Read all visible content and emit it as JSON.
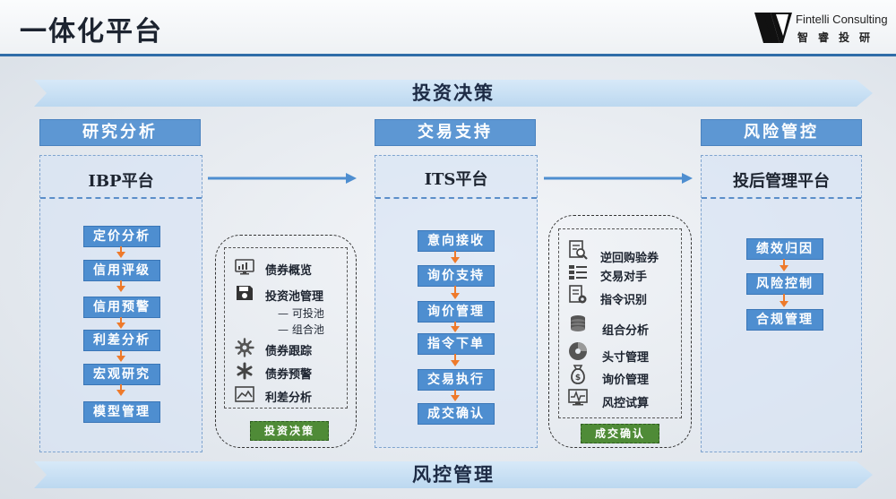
{
  "header": {
    "title": "一体化平台",
    "logo_en": "Fintelli Consulting",
    "logo_cn": "智睿投研"
  },
  "bands": {
    "top": "投资决策",
    "bottom": "风控管理"
  },
  "columns": [
    {
      "header": "研究分析",
      "panel_title": "IBP平台",
      "steps": [
        "定价分析",
        "信用评级",
        "信用预警",
        "利差分析",
        "宏观研究",
        "模型管理"
      ]
    },
    {
      "header": "交易支持",
      "panel_title": "ITS平台",
      "steps": [
        "意向接收",
        "询价支持",
        "询价管理",
        "指令下单",
        "交易执行",
        "成交确认"
      ]
    },
    {
      "header": "风险管控",
      "panel_title": "投后管理平台",
      "steps": [
        "绩效归因",
        "风险控制",
        "合规管理"
      ]
    }
  ],
  "box_left": {
    "items": [
      {
        "label": "债券概览",
        "icon": "monitor-icon"
      },
      {
        "label": "投资池管理",
        "icon": "floppy-disk-icon"
      },
      {
        "label": "债券跟踪",
        "icon": "gear-icon"
      },
      {
        "label": "债券预警",
        "icon": "asterisk-icon"
      },
      {
        "label": "利差分析",
        "icon": "image-chart-icon"
      }
    ],
    "sub_items": [
      "— 可投池",
      "— 组合池"
    ],
    "tag": "投资决策"
  },
  "box_right": {
    "items": [
      {
        "label": "逆回购验券",
        "icon": "magnify-document-icon"
      },
      {
        "label": "交易对手",
        "icon": "counterparty-list-icon"
      },
      {
        "label": "指令识别",
        "icon": "document-gear-icon"
      },
      {
        "label": "组合分析",
        "icon": "coin-stack-icon"
      },
      {
        "label": "头寸管理",
        "icon": "pie-gear-icon"
      },
      {
        "label": "询价管理",
        "icon": "money-bag-icon"
      },
      {
        "label": "风控试算",
        "icon": "pulse-monitor-icon"
      }
    ],
    "tag": "成交确认"
  },
  "colors": {
    "header_line": "#2f6da8",
    "column_header": "#5d97d3",
    "flow_button": "#4e8ed0",
    "flow_arrow": "#ee7a2b",
    "tag_green": "#4f8b37",
    "panel_border": "#7fa4cf"
  }
}
